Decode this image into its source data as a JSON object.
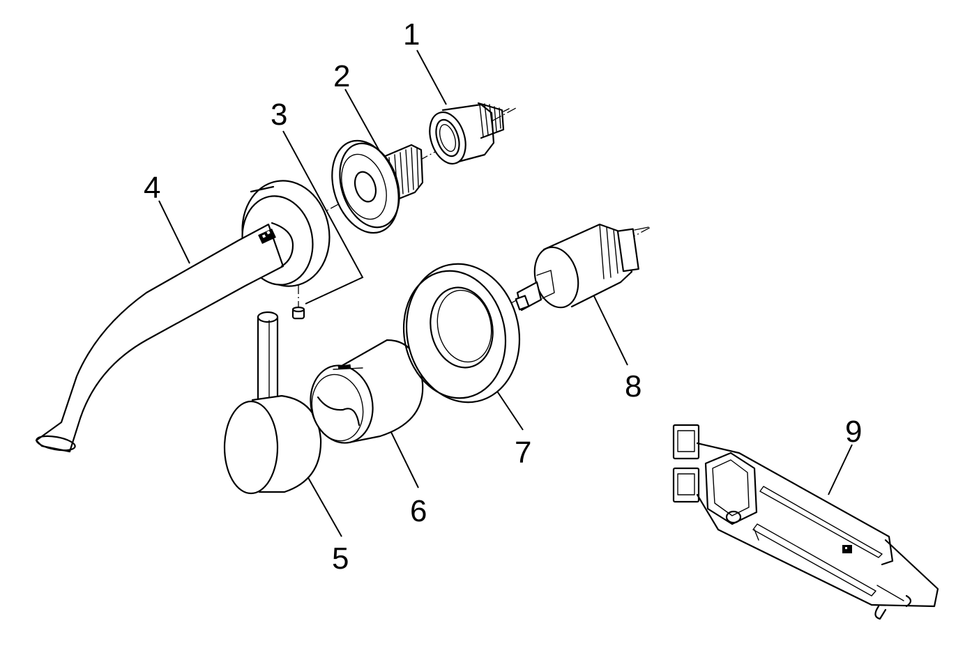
{
  "diagram": {
    "callouts": [
      {
        "id": "1",
        "label": "1"
      },
      {
        "id": "2",
        "label": "2"
      },
      {
        "id": "3",
        "label": "3"
      },
      {
        "id": "4",
        "label": "4"
      },
      {
        "id": "5",
        "label": "5"
      },
      {
        "id": "6",
        "label": "6"
      },
      {
        "id": "7",
        "label": "7"
      },
      {
        "id": "8",
        "label": "8"
      },
      {
        "id": "9",
        "label": "9"
      }
    ],
    "parts": [
      {
        "callout": "1",
        "name": "threaded-adapter-icon"
      },
      {
        "callout": "2",
        "name": "flange-nipple-icon"
      },
      {
        "callout": "3",
        "name": "set-screw-icon"
      },
      {
        "callout": "4",
        "name": "spout-icon"
      },
      {
        "callout": "5",
        "name": "lever-handle-icon"
      },
      {
        "callout": "6",
        "name": "sleeve-icon"
      },
      {
        "callout": "7",
        "name": "cover-rosette-icon"
      },
      {
        "callout": "8",
        "name": "cartridge-icon"
      },
      {
        "callout": "9",
        "name": "mounting-tool-icon"
      }
    ]
  }
}
